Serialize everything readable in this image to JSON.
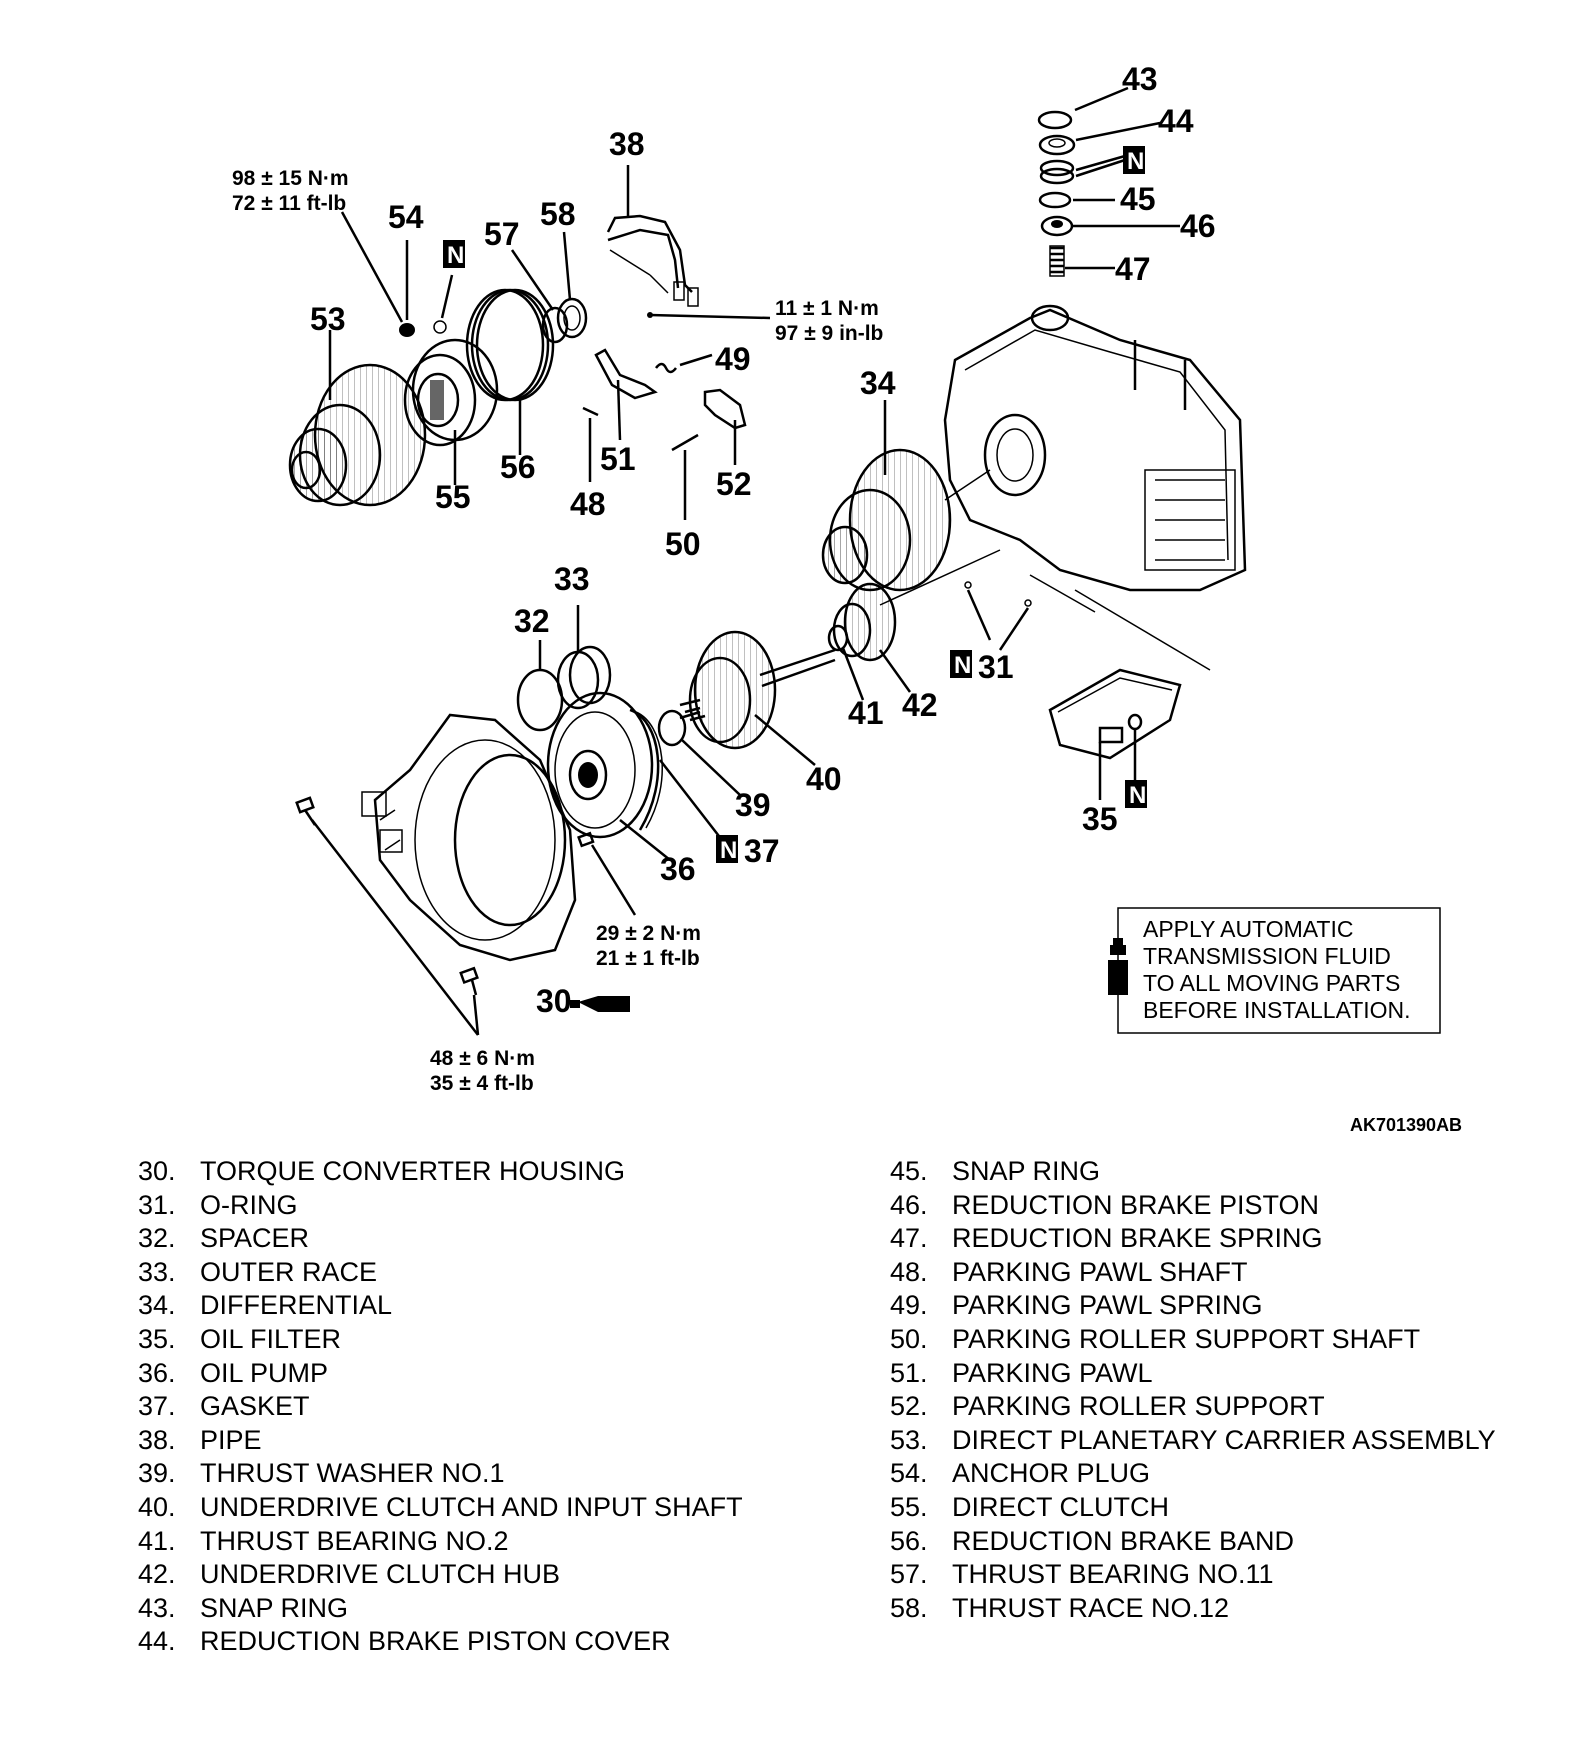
{
  "figure_id": "AK701390AB",
  "note": {
    "lines": [
      "APPLY AUTOMATIC",
      "TRANSMISSION FLUID",
      "TO ALL MOVING PARTS",
      "BEFORE INSTALLATION."
    ],
    "icon": "fluid-bottle-icon"
  },
  "callouts": {
    "c30": "30",
    "c31": "31",
    "c32": "32",
    "c33": "33",
    "c34": "34",
    "c35": "35",
    "c36": "36",
    "c37": "37",
    "c38": "38",
    "c39": "39",
    "c40": "40",
    "c41": "41",
    "c42": "42",
    "c43": "43",
    "c44": "44",
    "c45": "45",
    "c46": "46",
    "c47": "47",
    "c48": "48",
    "c49": "49",
    "c50": "50",
    "c51": "51",
    "c52": "52",
    "c53": "53",
    "c54": "54",
    "c55": "55",
    "c56": "56",
    "c57": "57",
    "c58": "58"
  },
  "new_part_mark": "N",
  "torques": {
    "anchor_plug": [
      "98 ± 15 N·m",
      "72 ± 11 ft-lb"
    ],
    "pipe_bolt": [
      "11 ± 1 N·m",
      "97 ± 9 in-lb"
    ],
    "oil_pump_bolt": [
      "29 ± 2 N·m",
      "21 ± 1 ft-lb"
    ],
    "housing_bolt": [
      "48 ± 6 N·m",
      "35 ± 4 ft-lb"
    ]
  },
  "legend_left": [
    {
      "num": "30.",
      "name": "TORQUE CONVERTER HOUSING"
    },
    {
      "num": "31.",
      "name": "O-RING"
    },
    {
      "num": "32.",
      "name": "SPACER"
    },
    {
      "num": "33.",
      "name": "OUTER RACE"
    },
    {
      "num": "34.",
      "name": "DIFFERENTIAL"
    },
    {
      "num": "35.",
      "name": "OIL FILTER"
    },
    {
      "num": "36.",
      "name": "OIL PUMP"
    },
    {
      "num": "37.",
      "name": "GASKET"
    },
    {
      "num": "38.",
      "name": "PIPE"
    },
    {
      "num": "39.",
      "name": "THRUST WASHER NO.1"
    },
    {
      "num": "40.",
      "name": "UNDERDRIVE CLUTCH AND INPUT SHAFT"
    },
    {
      "num": "41.",
      "name": "THRUST BEARING NO.2"
    },
    {
      "num": "42.",
      "name": "UNDERDRIVE CLUTCH HUB"
    },
    {
      "num": "43.",
      "name": "SNAP RING"
    },
    {
      "num": "44.",
      "name": "REDUCTION BRAKE PISTON COVER"
    }
  ],
  "legend_right": [
    {
      "num": "45.",
      "name": "SNAP RING"
    },
    {
      "num": "46.",
      "name": "REDUCTION BRAKE PISTON"
    },
    {
      "num": "47.",
      "name": "REDUCTION BRAKE SPRING"
    },
    {
      "num": "48.",
      "name": "PARKING PAWL SHAFT"
    },
    {
      "num": "49.",
      "name": "PARKING PAWL SPRING"
    },
    {
      "num": "50.",
      "name": "PARKING ROLLER SUPPORT SHAFT"
    },
    {
      "num": "51.",
      "name": "PARKING PAWL"
    },
    {
      "num": "52.",
      "name": "PARKING ROLLER SUPPORT"
    },
    {
      "num": "53.",
      "name": "DIRECT PLANETARY CARRIER ASSEMBLY"
    },
    {
      "num": "54.",
      "name": "ANCHOR PLUG"
    },
    {
      "num": "55.",
      "name": "DIRECT CLUTCH"
    },
    {
      "num": "56.",
      "name": "REDUCTION BRAKE BAND"
    },
    {
      "num": "57.",
      "name": "THRUST BEARING NO.11"
    },
    {
      "num": "58.",
      "name": "THRUST RACE NO.12"
    }
  ]
}
